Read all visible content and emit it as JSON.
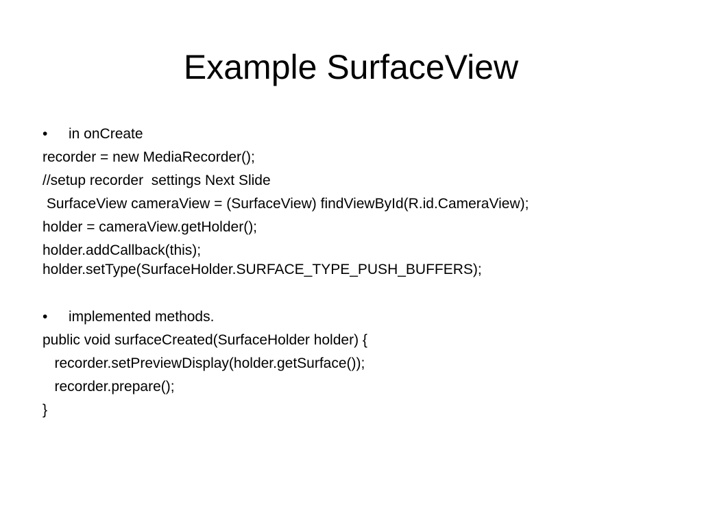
{
  "slide": {
    "title": "Example SurfaceView",
    "bullet_glyph": "•",
    "bullets": [
      "in onCreate",
      "implemented methods."
    ],
    "lines": [
      "recorder = new MediaRecorder();",
      "//setup recorder  settings Next Slide",
      " SurfaceView cameraView = (SurfaceView) findViewById(R.id.CameraView);",
      "holder = cameraView.getHolder();",
      "holder.addCallback(this);",
      "holder.setType(SurfaceHolder.SURFACE_TYPE_PUSH_BUFFERS);",
      "public void surfaceCreated(SurfaceHolder holder) {",
      "   recorder.setPreviewDisplay(holder.getSurface());",
      "   recorder.prepare();",
      "}"
    ]
  }
}
